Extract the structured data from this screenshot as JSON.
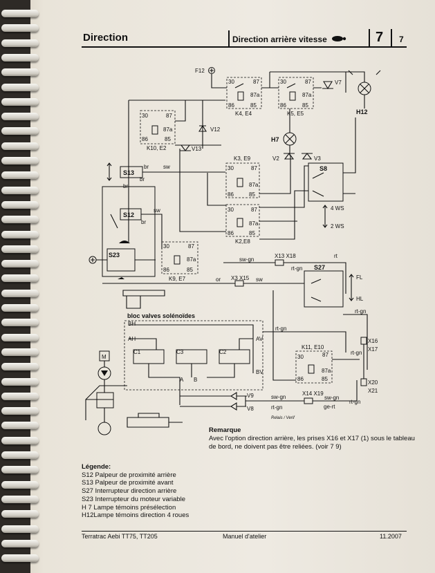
{
  "header": {
    "title": "Direction",
    "subtitle": "Direction arrière vitesse",
    "section": "7",
    "page": "7"
  },
  "diagram": {
    "components": {
      "F12": "F12",
      "K4": "K4, E4",
      "K5": "K5, E5",
      "V7": "V7",
      "H12": "H12",
      "K10": "K10, E2",
      "V12": "V12",
      "V13": "V13",
      "H7": "H7",
      "V2": "V2",
      "V3": "V3",
      "K3": "K3, E9",
      "S8": "S8",
      "S13": "S13",
      "S12": "S12",
      "K2": "K2,E8",
      "S23": "S23",
      "K9": "K9, E7",
      "X13X18": "X13  X18",
      "S27": "S27",
      "X3X15": "X3  X15",
      "K11": "K11, E10",
      "X16": "X16",
      "X17": "X17",
      "X20": "X20",
      "X21": "X21",
      "X14X19": "X14   X19",
      "V9": "V9",
      "V8": "V8",
      "M": "M",
      "valves_title": "bloc valves solénoïdes",
      "BH": "BH",
      "AH": "AH",
      "AV": "AV",
      "BV": "BV",
      "A": "A",
      "B": "B",
      "C1": "C1",
      "C3": "C3",
      "C2": "C2"
    },
    "relay_pins": {
      "p30": "30",
      "p87": "87",
      "p87a": "87a",
      "p86": "86",
      "p85": "85"
    },
    "wires": {
      "br": "br",
      "sw": "sw",
      "or": "or",
      "rt": "rt",
      "rtgn": "rt-gn",
      "swgn": "sw-gn",
      "gert": "ge-rt"
    },
    "switch_labels": {
      "ws4": "4 WS",
      "ws2": "2 WS",
      "fl": "FL",
      "hl": "HL"
    },
    "handwritten": "Relais / Verif"
  },
  "remarque": {
    "title": "Remarque",
    "text": "Avec l'option direction arrière, les prises X16 et X17 (1) sous le tableau de bord, ne doivent pas être reliées. (voir 7 9)"
  },
  "legend": {
    "title": "Légende:",
    "items": [
      "S12 Palpeur de proximité arrière",
      "S13 Palpeur de proximité avant",
      "S27 Interrupteur  direction arrière",
      "S23 Interrupteur du moteur variable",
      "H 7  Lampe témoins présélection",
      "H12Lampe témoins direction 4 roues"
    ]
  },
  "footer": {
    "left": "Terratrac Aebi  TT75, TT205",
    "center": "Manuel d'atelier",
    "right": "11.2007"
  }
}
